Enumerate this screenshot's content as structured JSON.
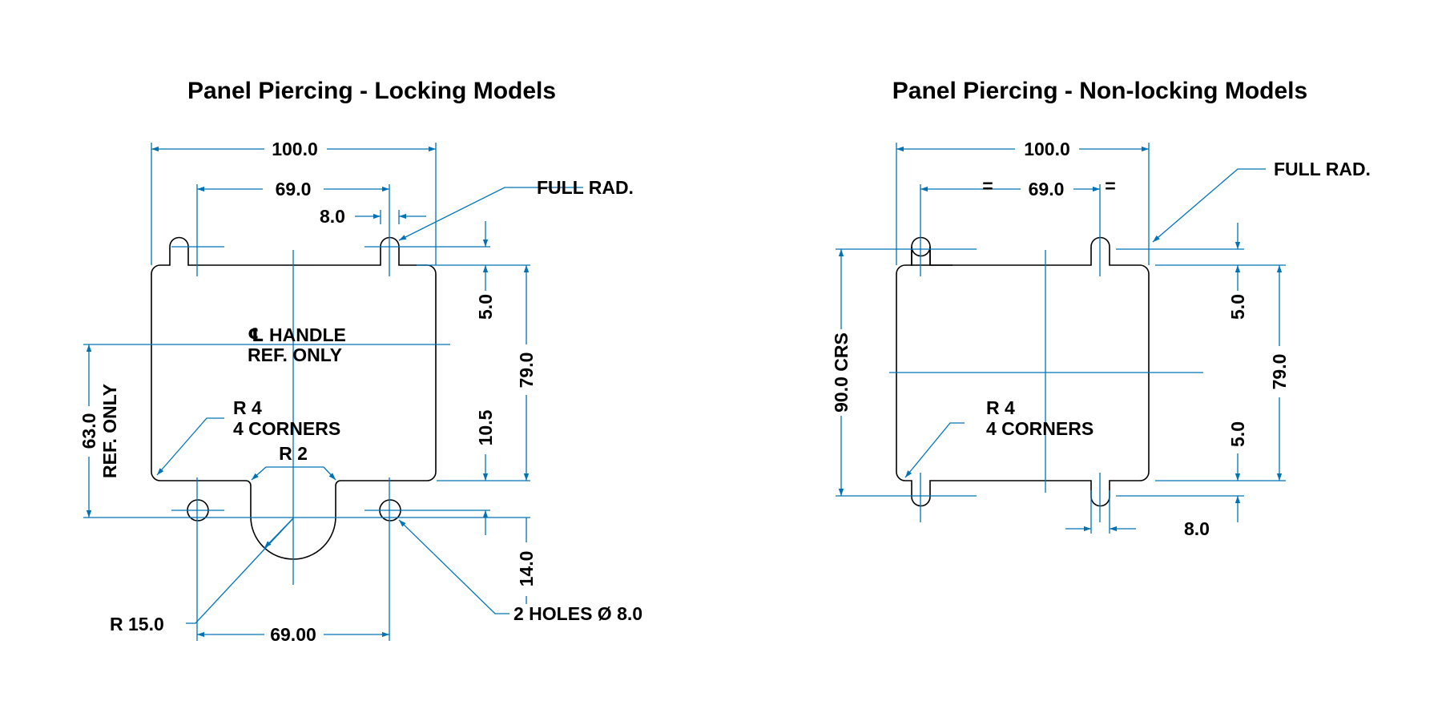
{
  "colors": {
    "dimension_line": "#0073b7",
    "outline": "#000000",
    "text": "#000000",
    "background": "#ffffff"
  },
  "locking": {
    "title": "Panel Piercing - Locking Models",
    "dim_overall_width": "100.0",
    "dim_slot_spacing": "69.0",
    "dim_slot_width": "8.0",
    "note_full_rad": "FULL RAD.",
    "dim_top_offset": "5.0",
    "dim_height": "79.0",
    "dim_bottom_offset": "10.5",
    "dim_extension": "14.0",
    "handle_line1": "℄ HANDLE",
    "handle_line2": "REF. ONLY",
    "dim_handle_line1": "63.0",
    "dim_handle_line2": "REF. ONLY",
    "corner_radius_line1": "R 4",
    "corner_radius_line2": "4 CORNERS",
    "notch_radius": "R 2",
    "handle_radius": "R 15.0",
    "holes_note": "2 HOLES Ø 8.0",
    "dim_hole_spacing": "69.00"
  },
  "nonlocking": {
    "title": "Panel Piercing - Non-locking Models",
    "dim_overall_width": "100.0",
    "dim_slot_spacing": "69.0",
    "equal_left": "=",
    "equal_right": "=",
    "note_full_rad": "FULL RAD.",
    "dim_crs": "90.0 CRS",
    "dim_top_offset": "5.0",
    "dim_height": "79.0",
    "dim_bottom_offset": "5.0",
    "dim_slot_width": "8.0",
    "corner_radius_line1": "R 4",
    "corner_radius_line2": "4 CORNERS"
  }
}
